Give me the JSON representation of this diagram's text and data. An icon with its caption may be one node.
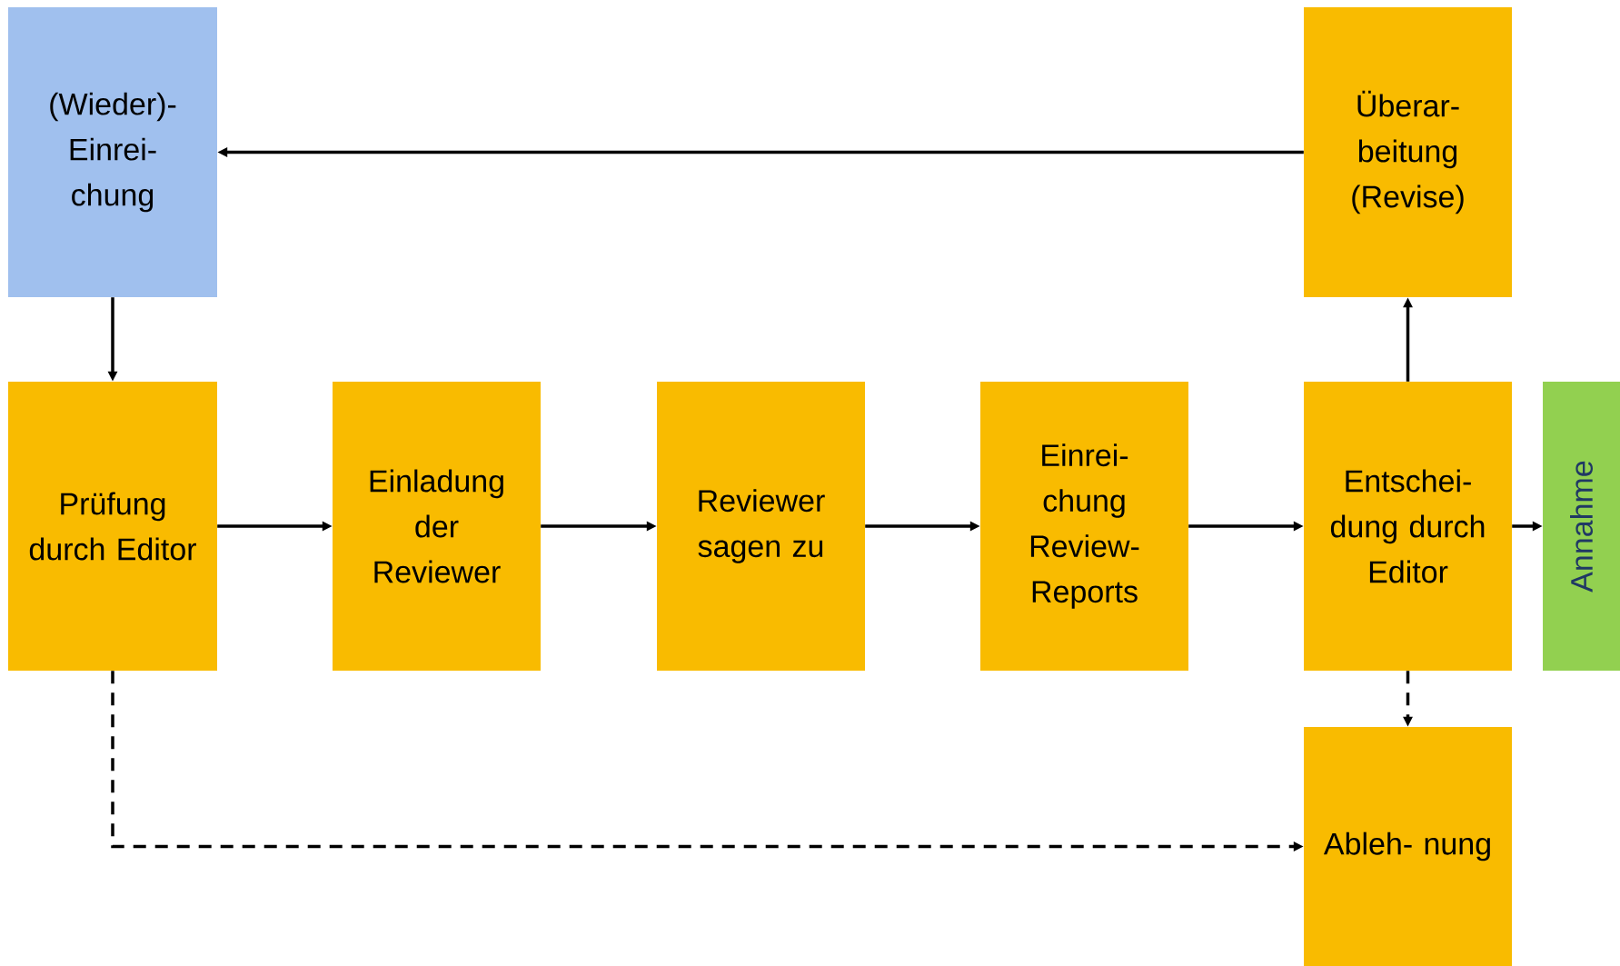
{
  "diagram": {
    "nodes": [
      {
        "text": [
          "(Wieder)- Einrei- chung"
        ]
      },
      {
        "text": [
          "Prüfung durch Editor"
        ]
      },
      {
        "text": [
          "Einladung der Reviewer"
        ]
      },
      {
        "text": [
          "Reviewer sagen zu"
        ]
      },
      {
        "text": [
          "Einrei- chung Review- Reports"
        ]
      },
      {
        "text": [
          "Entschei- dung durch Editor"
        ]
      },
      {
        "text": [
          "Annahme"
        ]
      },
      {
        "text": [
          "Überar- beitung (Revise)"
        ]
      },
      {
        "text": [
          "Ableh- nung"
        ]
      }
    ],
    "edges": [
      {
        "from": 7,
        "to": 0,
        "arrow": "to"
      },
      {
        "from": 0,
        "to": 1,
        "arrow": "to"
      },
      {
        "from": 1,
        "to": 2,
        "arrow": "to"
      },
      {
        "from": 2,
        "to": 3,
        "arrow": "to"
      },
      {
        "from": 3,
        "to": 4,
        "arrow": "to"
      },
      {
        "from": 4,
        "to": 5,
        "arrow": "to"
      },
      {
        "from": 5,
        "to": 6,
        "arrow": "to"
      },
      {
        "from": 5,
        "to": 7,
        "arrow": "to"
      },
      {
        "from": 5,
        "to": 8,
        "arrow": "to",
        "style": "dashed"
      },
      {
        "from": 1,
        "to": 8,
        "arrow": "to",
        "style": "dashed"
      }
    ]
  }
}
